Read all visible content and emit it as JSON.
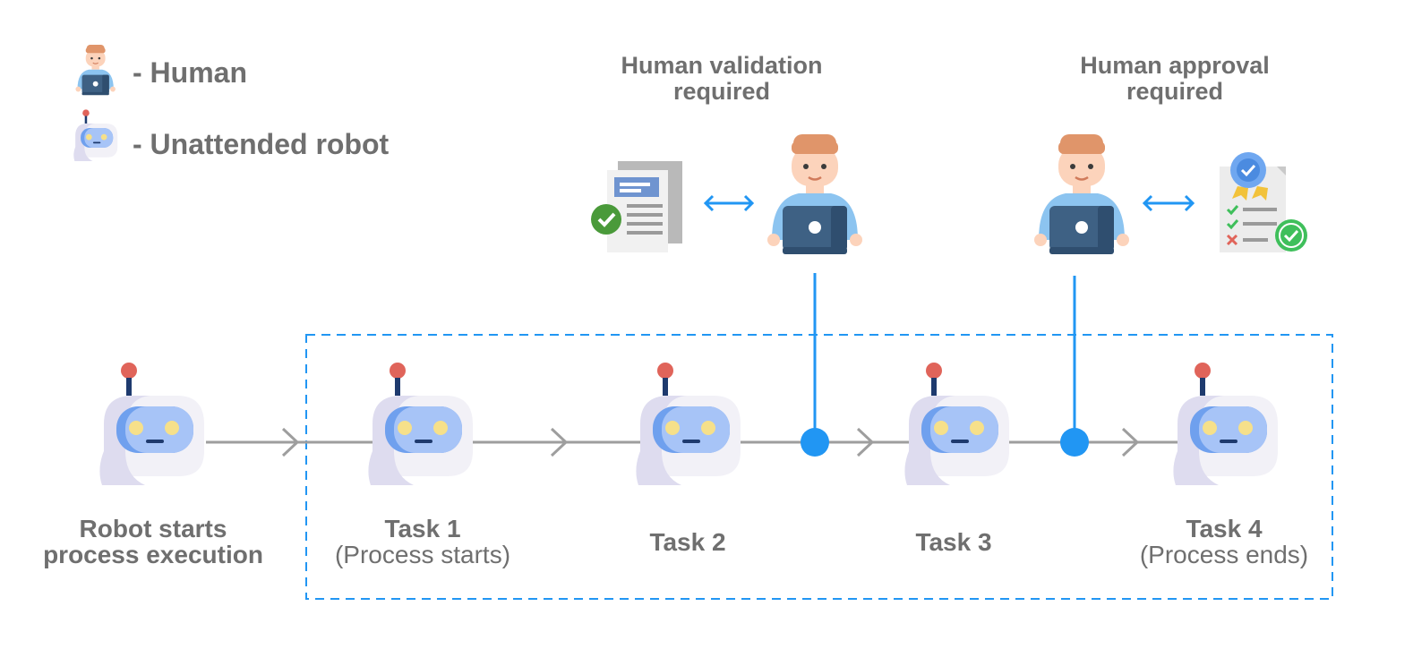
{
  "legend": {
    "human_label": "- Human",
    "robot_label": "- Unattended robot"
  },
  "annotations": {
    "validation": [
      "Human validation",
      "required"
    ],
    "approval": [
      "Human approval",
      "required"
    ]
  },
  "steps": [
    {
      "title": "Robot starts",
      "subtitle": "process execution",
      "subtitle_bold": true
    },
    {
      "title": "Task 1",
      "subtitle": "(Process starts)",
      "subtitle_bold": false
    },
    {
      "title": "Task 2",
      "subtitle": "",
      "subtitle_bold": false
    },
    {
      "title": "Task 3",
      "subtitle": "",
      "subtitle_bold": false
    },
    {
      "title": "Task 4",
      "subtitle": "(Process ends)",
      "subtitle_bold": false
    }
  ],
  "colors": {
    "accent_blue": "#2196f3",
    "flow_gray": "#9e9e9e",
    "text_gray": "#6f6f6f",
    "robot_body": "#efeff5",
    "robot_face": "#90b4f4",
    "robot_eye": "#f6e08a",
    "antenna_ball": "#e0645a",
    "human_hair": "#e0956a",
    "human_skin": "#fcd3bb",
    "human_shirt": "#8cc4f0",
    "laptop": "#3e6184",
    "check_green": "#4caf50"
  },
  "icons": {
    "legend_human": "human-with-laptop-icon",
    "legend_robot": "robot-icon",
    "validation_document": "checked-document-icon",
    "approval_certificate": "certificate-checklist-icon",
    "exchange": "double-arrow-icon"
  }
}
